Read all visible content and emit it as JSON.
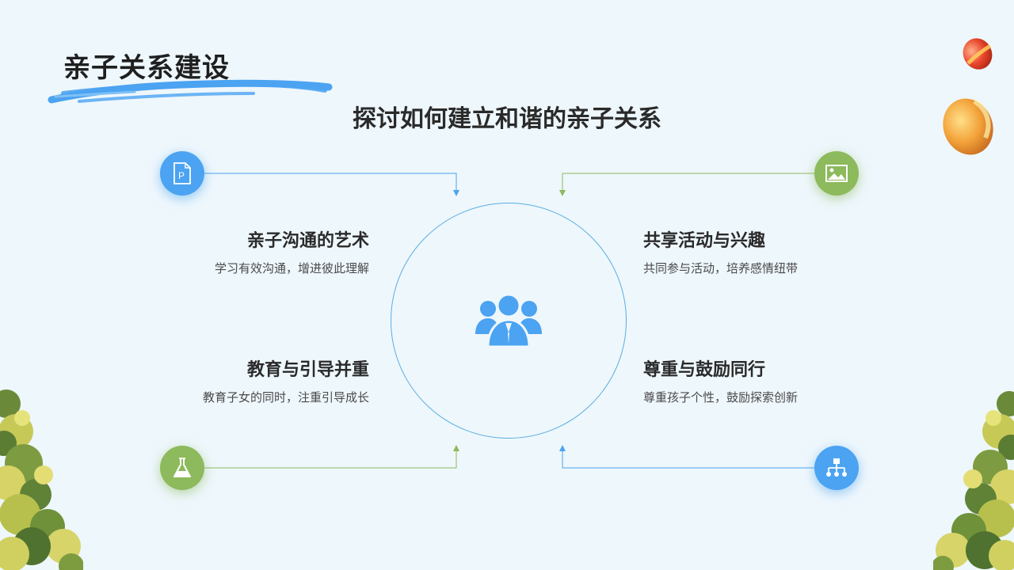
{
  "title": "亲子关系建设",
  "subtitle": "探讨如何建立和谐的亲子关系",
  "colors": {
    "blue": "#4ba3f1",
    "green": "#8cba5c",
    "brush": "#4ba3f1",
    "circle": "#5aaee0"
  },
  "items": [
    {
      "title": "亲子沟通的艺术",
      "desc": "学习有效沟通，增进彼此理解",
      "icon": "powerpoint-file-icon",
      "color": "blue"
    },
    {
      "title": "教育与引导并重",
      "desc": "教育子女的同时，注重引导成长",
      "icon": "flask-icon",
      "color": "green"
    },
    {
      "title": "共享活动与兴趣",
      "desc": "共同参与活动，培养感情纽带",
      "icon": "image-icon",
      "color": "green"
    },
    {
      "title": "尊重与鼓励同行",
      "desc": "尊重孩子个性，鼓励探索创新",
      "icon": "sitemap-icon",
      "color": "blue"
    }
  ],
  "center_icon": "people-group-icon",
  "decorations": [
    "balloon-red-icon",
    "balloon-orange-icon",
    "tree-left-icon",
    "tree-right-icon"
  ]
}
